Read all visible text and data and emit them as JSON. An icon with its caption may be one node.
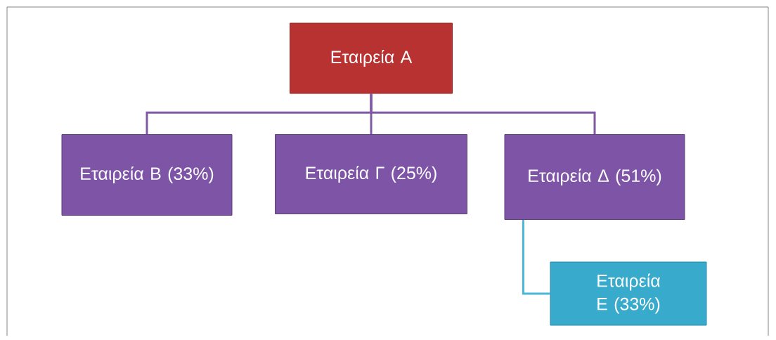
{
  "diagram": {
    "nodes": [
      {
        "text": [
          "Εταιρεία  Α"
        ]
      },
      {
        "text": [
          "Εταιρεία Β (33%)"
        ]
      },
      {
        "text": [
          "Εταιρεία Γ (25%)"
        ]
      },
      {
        "text": [
          "Εταιρεία Δ (51%)"
        ]
      },
      {
        "text": [
          "Εταιρεία Ε (33%)"
        ]
      }
    ],
    "edges": [
      {
        "from": 0,
        "to": 1,
        "arrow": "none"
      },
      {
        "from": 0,
        "to": 2,
        "arrow": "none"
      },
      {
        "from": 0,
        "to": 3,
        "arrow": "none"
      },
      {
        "from": 3,
        "to": 4,
        "arrow": "none",
        "color": "#4bb8d6"
      }
    ]
  }
}
